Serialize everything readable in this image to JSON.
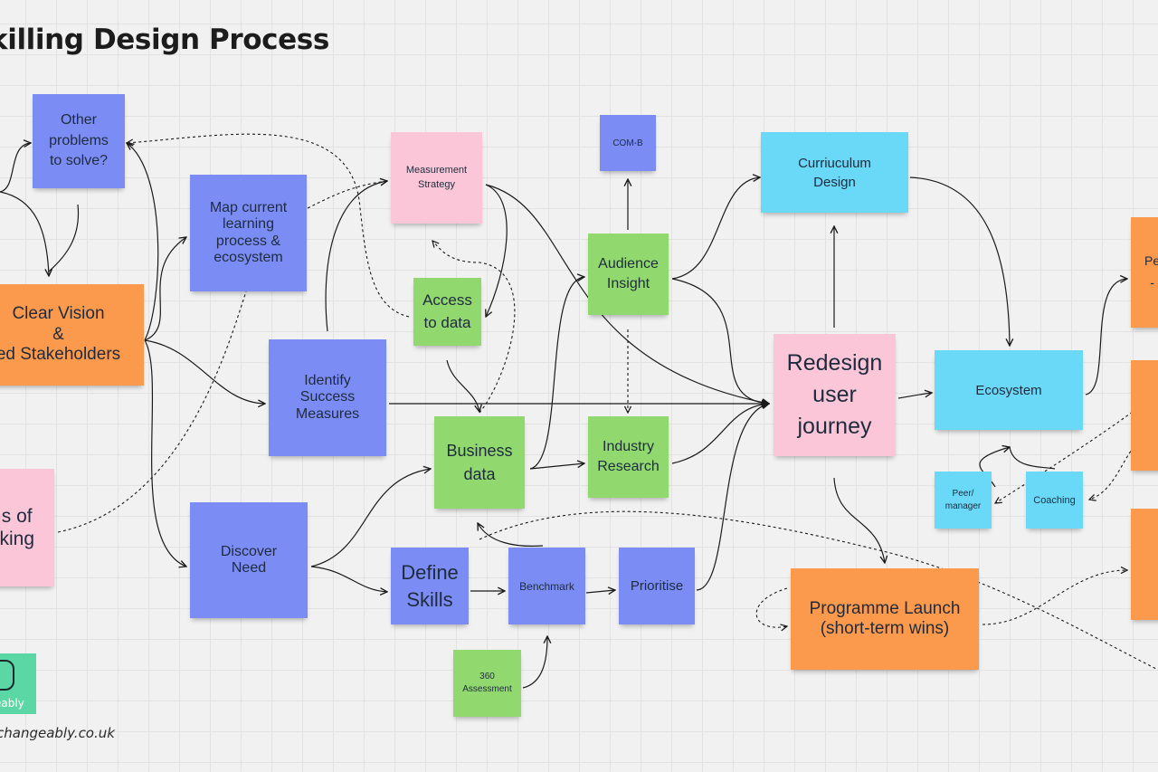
{
  "board": {
    "title": "killing Design Process",
    "website": "changeably.co.uk",
    "logo_text": "eably"
  },
  "colors": {
    "blue": "#7b8df5",
    "orange": "#fb9a4c",
    "pink": "#fbc7d8",
    "green": "#91d86f",
    "cyan": "#6ad9f8",
    "teal": "#5ad7a5",
    "background": "#f1f1f1",
    "connector": "#1a1a1a"
  },
  "notes": {
    "other_problems": "Other\nproblems\nto solve?",
    "map_current": "Map current\nlearning\nprocess &\necosystem",
    "clear_vision": "Clear Vision\n&\ned Stakeholders",
    "identify_success": "Identify\nSuccess\nMeasures",
    "partial_pink": "s of\nking",
    "discover_need": "Discover\nNeed",
    "measurement_strategy": "Measurement\nStrategy",
    "access_data": "Access\nto data",
    "business_data": "Business\ndata",
    "define_skills": "Define\nSkills",
    "benchmark": "Benchmark",
    "assessment_360": "360\nAssessment",
    "com_b": "COM-B",
    "audience_insight": "Audience\nInsight",
    "industry_research": "Industry\nResearch",
    "prioritise": "Prioritise",
    "curriculum_design": "Curriuculum\nDesign",
    "redesign_journey": "Redesign\nuser\njourney",
    "programme_launch": "Programme Launch\n(short-term wins)",
    "ecosystem": "Ecosystem",
    "peer_manager": "Peer/\nmanager",
    "coaching": "Coaching",
    "right_top_partial": "Pe\n-"
  }
}
